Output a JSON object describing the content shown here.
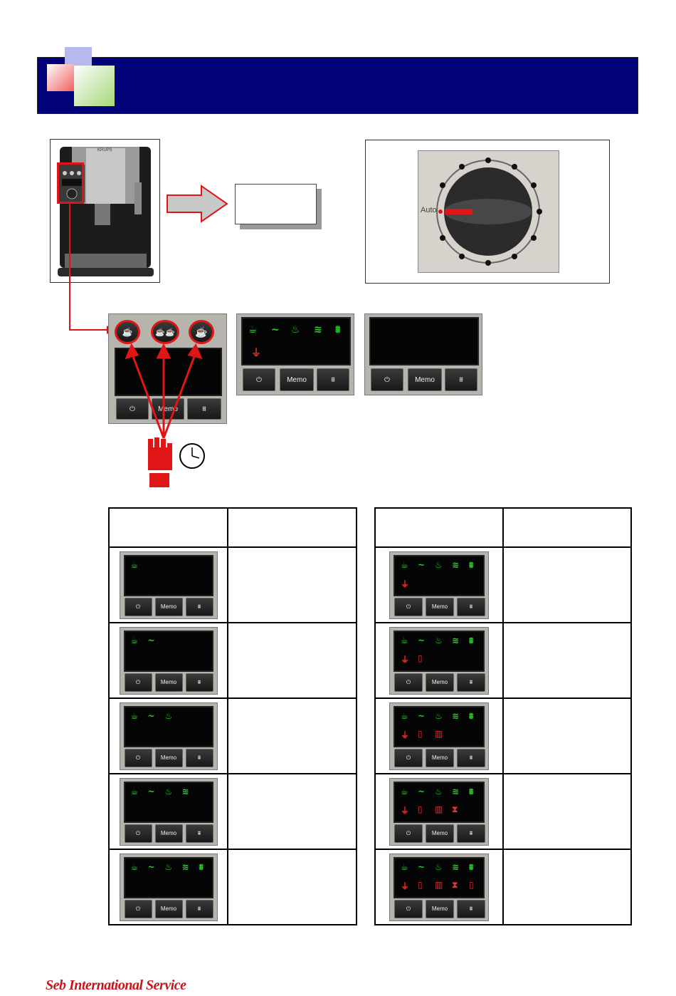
{
  "header": {
    "title": ""
  },
  "machine": {
    "brand": "KRUPS"
  },
  "knob": {
    "label": "Auto"
  },
  "panel": {
    "buttons": {
      "power": "⏻",
      "memo": "Memo",
      "steam": "⩩"
    }
  },
  "colors": {
    "banner": "#02027a",
    "highlight": "#e01515",
    "lcd_green": "#33cc33",
    "lcd_red": "#e53030"
  },
  "icons": {
    "green": [
      "cup-icon",
      "spoon-icon",
      "bean-icon",
      "steam-icon",
      "strength-icon"
    ],
    "red": [
      "tap-icon",
      "container-icon",
      "grounds-icon",
      "filter-icon",
      "tank-icon"
    ]
  },
  "table": {
    "left": {
      "headers": [
        "",
        ""
      ],
      "rows": [
        {
          "green": 1,
          "red": 0
        },
        {
          "green": 2,
          "red": 0
        },
        {
          "green": 3,
          "red": 0
        },
        {
          "green": 4,
          "red": 0
        },
        {
          "green": 5,
          "red": 0
        }
      ]
    },
    "right": {
      "headers": [
        "",
        ""
      ],
      "rows": [
        {
          "green": 5,
          "red": 1
        },
        {
          "green": 5,
          "red": 2
        },
        {
          "green": 5,
          "red": 3
        },
        {
          "green": 5,
          "red": 4
        },
        {
          "green": 5,
          "red": 5
        }
      ]
    }
  },
  "footer": {
    "logo": "Seb International Service"
  }
}
